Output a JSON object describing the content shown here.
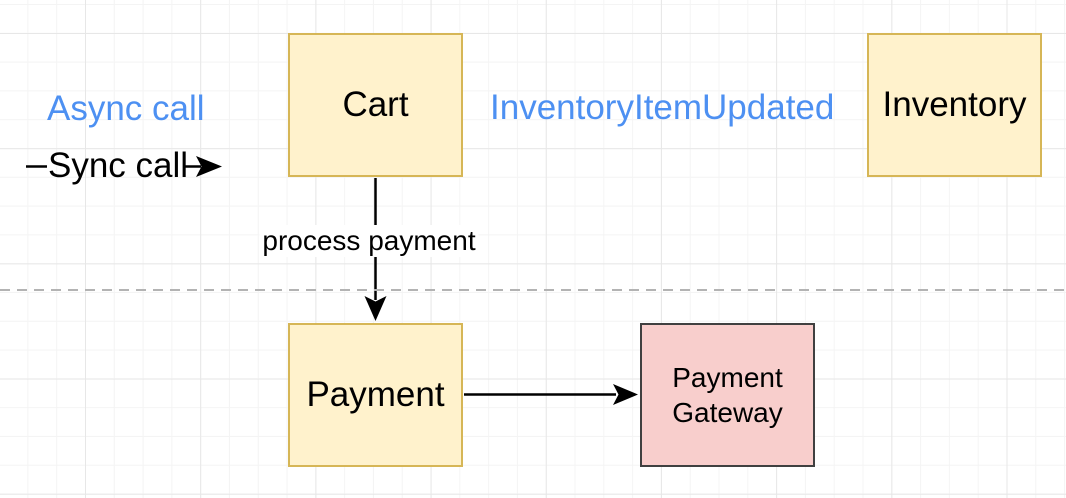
{
  "diagram": {
    "legend": {
      "async_label": "Async call",
      "sync_label": "Sync call"
    },
    "nodes": {
      "cart": {
        "label": "Cart"
      },
      "inventory": {
        "label": "Inventory"
      },
      "payment": {
        "label": "Payment"
      },
      "payment_gateway": {
        "label": "Payment Gateway"
      }
    },
    "edges": {
      "inventory_item_updated": {
        "label": "InventoryItemUpdated",
        "style": "async-event-label"
      },
      "process_payment": {
        "label": "process payment",
        "style": "solid-arrow",
        "from": "Cart",
        "to": "Payment"
      },
      "payment_to_gateway": {
        "style": "solid-arrow",
        "from": "Payment",
        "to": "Payment Gateway"
      }
    },
    "colors": {
      "node_fill_yellow": "#fff2cc",
      "node_border_yellow": "#d6b656",
      "node_fill_pink": "#f8cecc",
      "node_border_pink": "#404040",
      "async_label_blue": "#4d90f2",
      "arrow_black": "#000000",
      "divider_gray": "#b3b3b3",
      "grid_minor": "#f4f4f4",
      "grid_major": "#e7e7e7"
    }
  }
}
